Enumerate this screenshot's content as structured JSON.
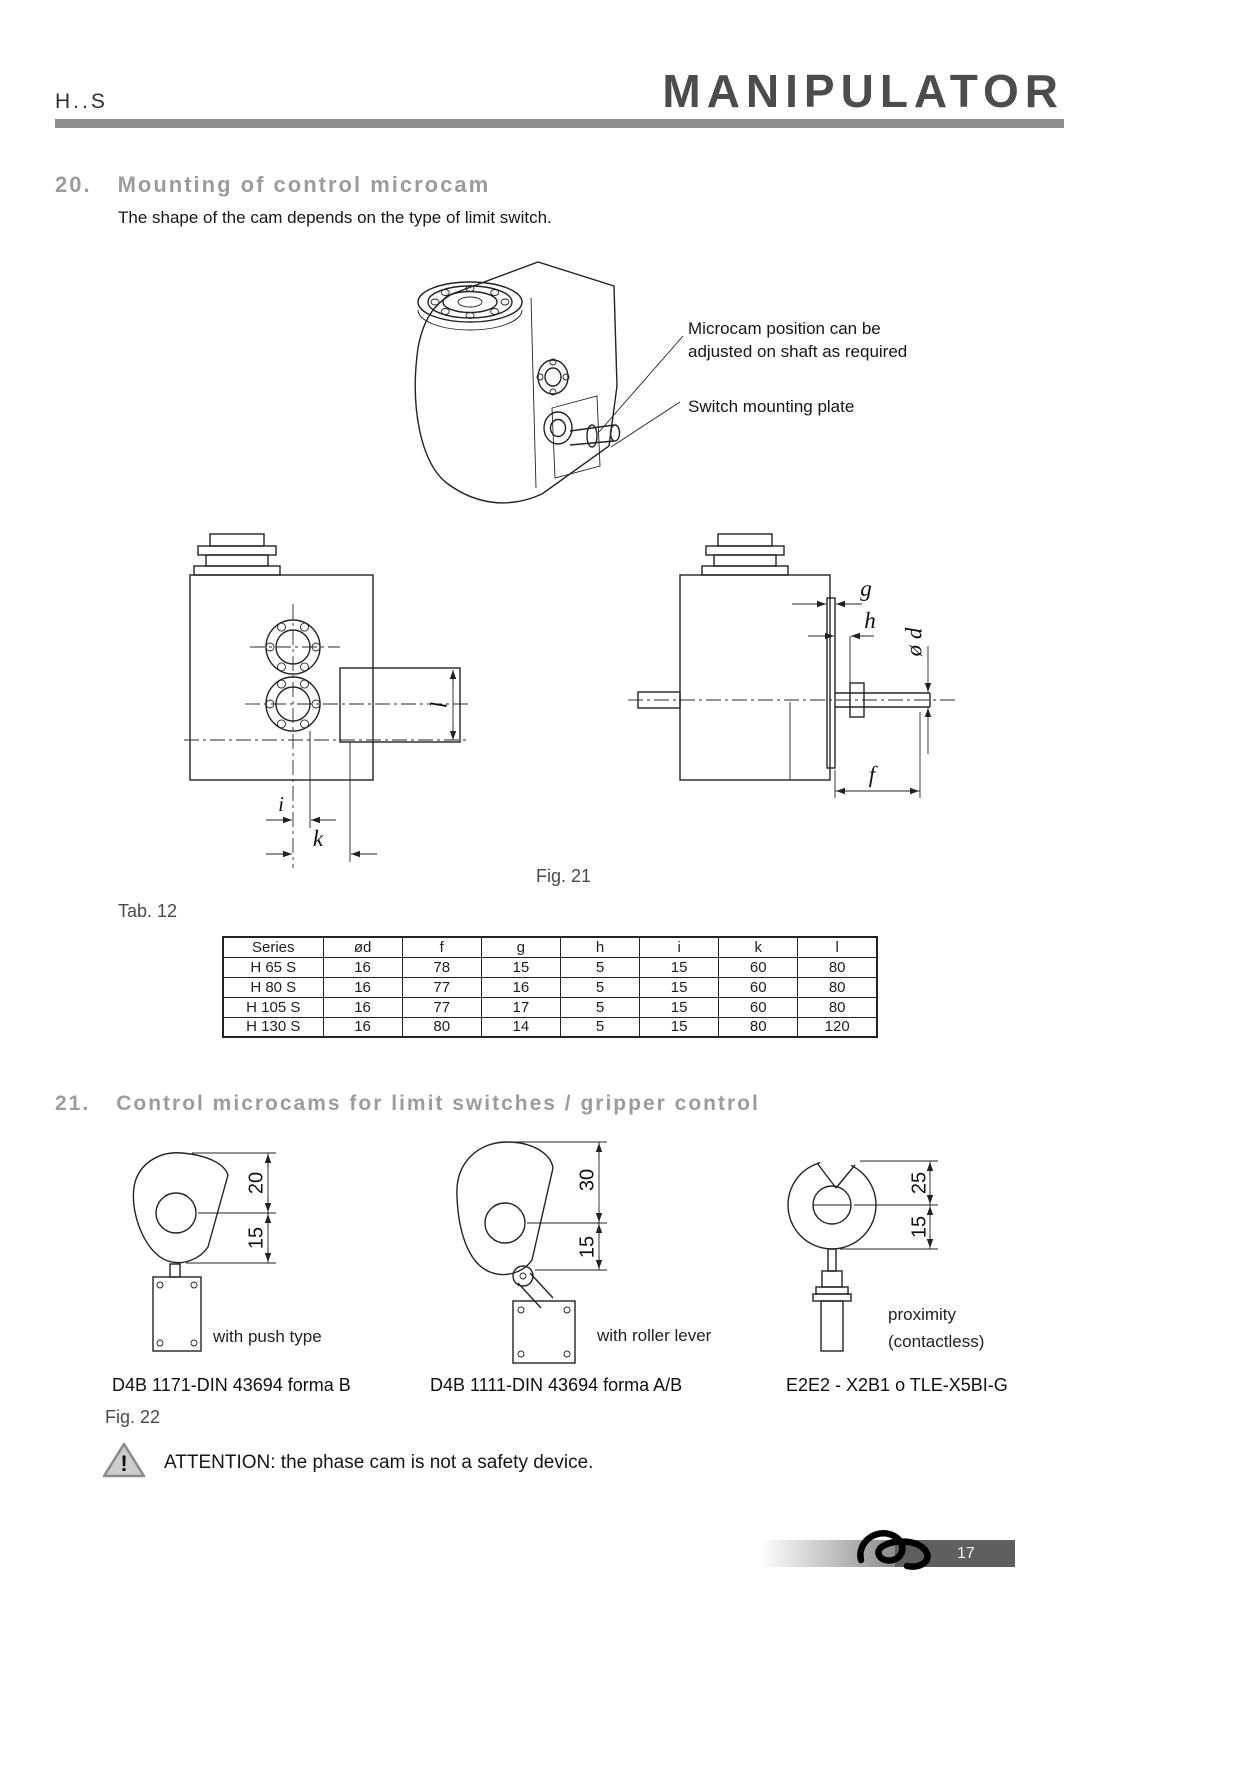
{
  "header": {
    "model": "H..S",
    "title": "MANIPULATOR"
  },
  "section20": {
    "number": "20.",
    "title": "Mounting of control microcam",
    "intro": "The shape of the cam depends on the type of limit switch.",
    "callout_microcam_line1": "Microcam position can be",
    "callout_microcam_line2": "adjusted on shaft as required",
    "callout_switch_plate": "Switch mounting plate",
    "fig_caption": "Fig. 21"
  },
  "front_view": {
    "dim_l": "l",
    "dim_i": "i",
    "dim_k": "k"
  },
  "side_view": {
    "dim_g": "g",
    "dim_h": "h",
    "dim_diameter": "ø d",
    "dim_f": "f"
  },
  "table": {
    "caption": "Tab. 12",
    "headers": [
      "Series",
      "ød",
      "f",
      "g",
      "h",
      "i",
      "k",
      "l"
    ],
    "rows": [
      [
        "H 65 S",
        "16",
        "78",
        "15",
        "5",
        "15",
        "60",
        "80"
      ],
      [
        "H 80 S",
        "16",
        "77",
        "16",
        "5",
        "15",
        "60",
        "80"
      ],
      [
        "H 105 S",
        "16",
        "77",
        "17",
        "5",
        "15",
        "60",
        "80"
      ],
      [
        "H 130 S",
        "16",
        "80",
        "14",
        "5",
        "15",
        "80",
        "120"
      ]
    ]
  },
  "section21": {
    "number": "21.",
    "title": "Control microcams for limit switches / gripper control",
    "fig_caption": "Fig. 22",
    "cam1": {
      "dim_top": "20",
      "dim_bottom": "15",
      "label": "with push type",
      "part": "D4B 1171-DIN 43694 forma B"
    },
    "cam2": {
      "dim_top": "30",
      "dim_bottom": "15",
      "label": "with roller lever",
      "part": "D4B 1111-DIN 43694 forma A/B"
    },
    "cam3": {
      "dim_top": "25",
      "dim_bottom": "15",
      "label_line1": "proximity",
      "label_line2": "(contactless)",
      "part": "E2E2 - X2B1 o TLE-X5BI-G"
    }
  },
  "attention": {
    "icon": "!",
    "text": "ATTENTION: the phase cam is not a safety device."
  },
  "footer": {
    "page": "17"
  }
}
